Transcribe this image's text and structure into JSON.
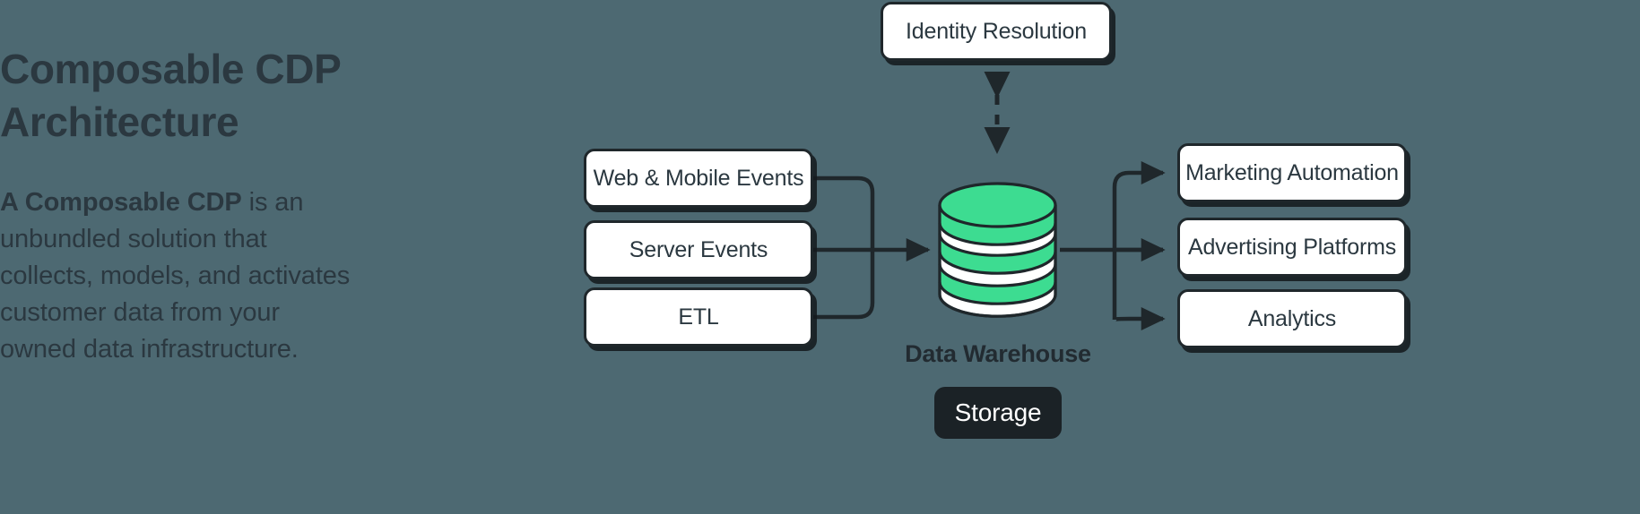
{
  "theme": {
    "background": "#4d6972",
    "ink": "#2b3840",
    "line": "#1f272b",
    "box_fill": "#ffffff",
    "accent_green": "#3ddc91",
    "badge_bg": "#1b2226",
    "badge_text": "#ffffff"
  },
  "left": {
    "title": "Composable CDP Architecture",
    "description_lead": "A Composable CDP",
    "description_rest": " is an unbundled solution that collects, models, and activates customer data from your owned data infrastructure."
  },
  "diagram": {
    "type": "flow-diagram",
    "sources": [
      {
        "label": "Web & Mobile Events"
      },
      {
        "label": "Server Events"
      },
      {
        "label": "ETL"
      }
    ],
    "top_node": {
      "label": "Identity Resolution"
    },
    "hub": {
      "label": "Data Warehouse",
      "badge": "Storage",
      "icon": "database-cylinder-icon"
    },
    "destinations": [
      {
        "label": "Marketing Automation"
      },
      {
        "label": "Advertising Platforms"
      },
      {
        "label": "Analytics"
      }
    ],
    "connections": [
      {
        "from": "Web & Mobile Events",
        "to": "Data Warehouse",
        "style": "solid",
        "arrow": "end"
      },
      {
        "from": "Server Events",
        "to": "Data Warehouse",
        "style": "solid",
        "arrow": "end"
      },
      {
        "from": "ETL",
        "to": "Data Warehouse",
        "style": "solid",
        "arrow": "end"
      },
      {
        "from": "Identity Resolution",
        "to": "Data Warehouse",
        "style": "dashed",
        "arrow": "both"
      },
      {
        "from": "Data Warehouse",
        "to": "Marketing Automation",
        "style": "solid",
        "arrow": "end"
      },
      {
        "from": "Data Warehouse",
        "to": "Advertising Platforms",
        "style": "solid",
        "arrow": "end"
      },
      {
        "from": "Data Warehouse",
        "to": "Analytics",
        "style": "solid",
        "arrow": "end"
      }
    ]
  }
}
